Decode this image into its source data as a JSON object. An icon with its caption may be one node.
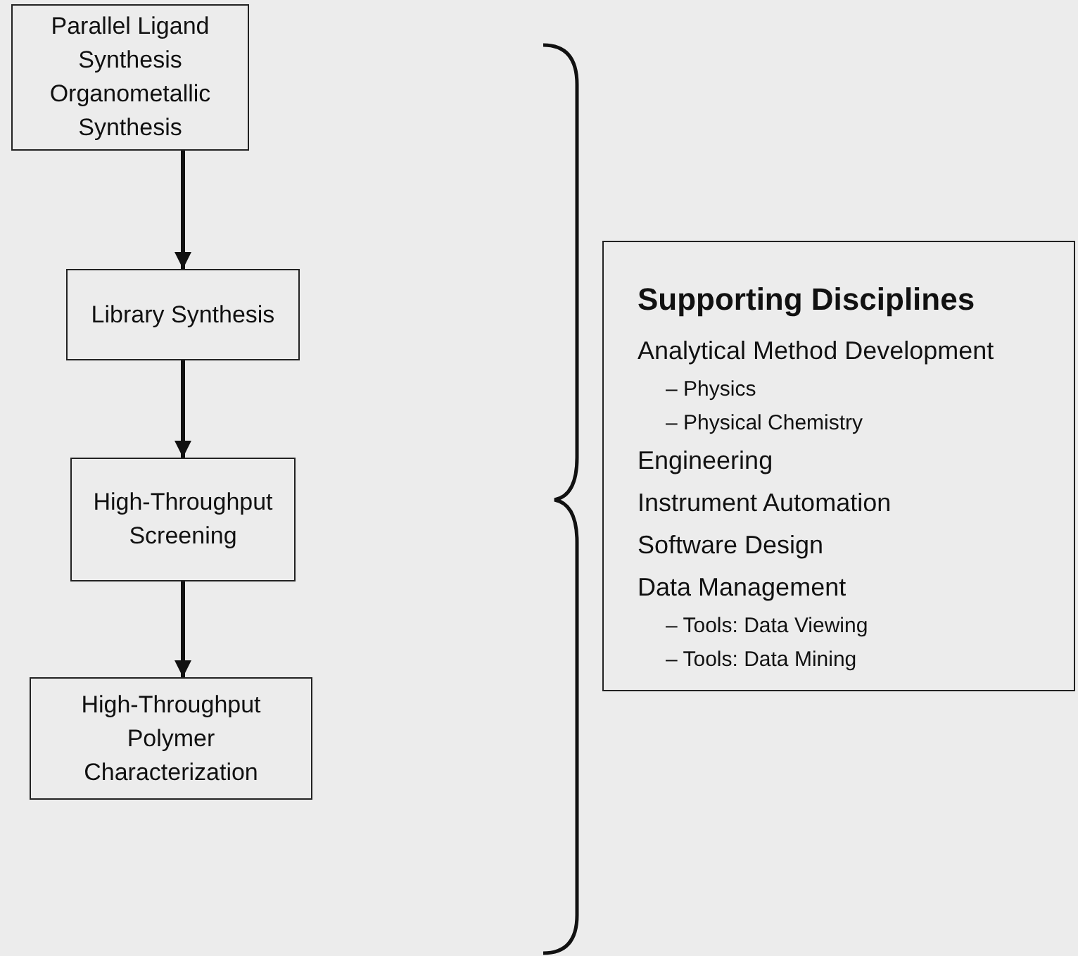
{
  "diagram": {
    "nodes": [
      {
        "text": [
          "Parallel Ligand Synthesis Organometallic Synthesis"
        ]
      },
      {
        "text": [
          "Library Synthesis"
        ]
      },
      {
        "text": [
          "High-Throughput Screening"
        ]
      },
      {
        "text": [
          "High-Throughput Polymer Characterization"
        ]
      },
      {
        "text": [
          "Supporting Disciplines",
          "Analytical Method Development",
          "– Physics",
          "– Physical Chemistry",
          "Engineering",
          "Instrument Automation",
          "Software Design",
          "Data Management",
          "– Tools: Data Viewing",
          "– Tools: Data Mining"
        ]
      }
    ],
    "edges": [
      {
        "from": 0,
        "to": 1,
        "arrow": "to"
      },
      {
        "from": 1,
        "to": 2,
        "arrow": "to"
      },
      {
        "from": 2,
        "to": 3,
        "arrow": "to"
      }
    ]
  }
}
